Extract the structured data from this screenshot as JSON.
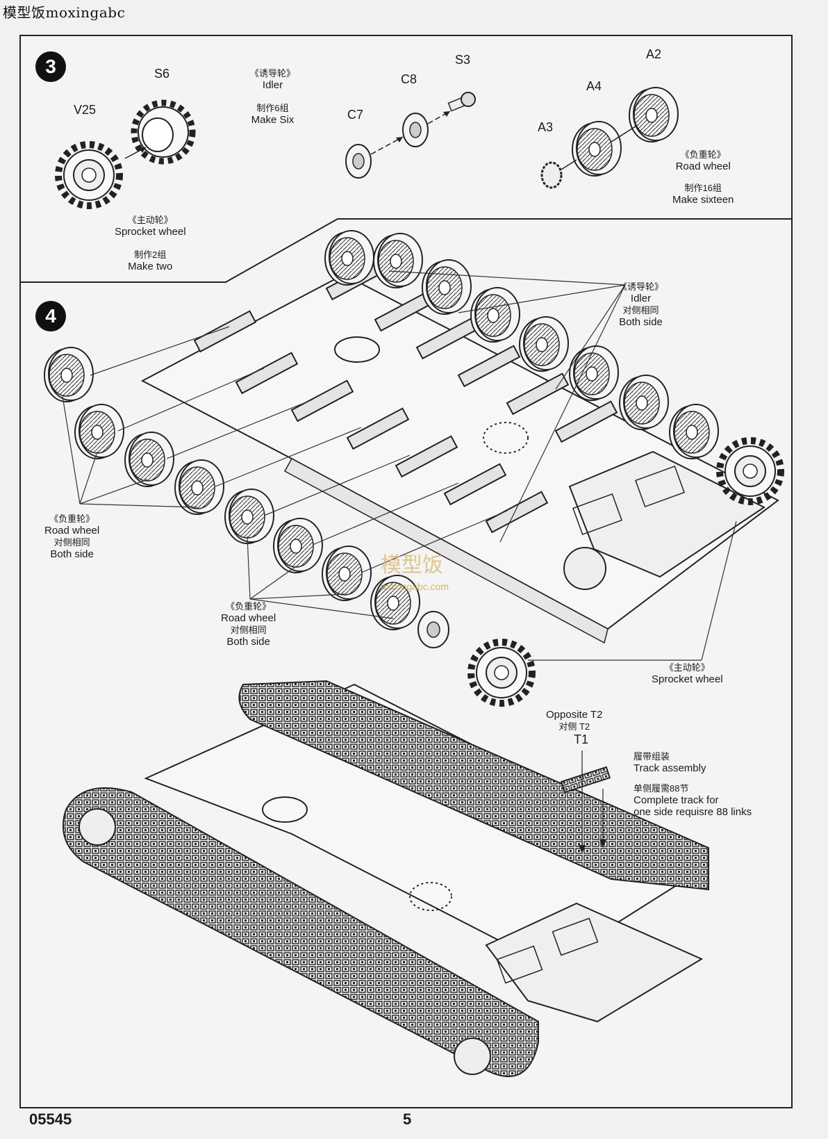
{
  "watermark": {
    "top": "模型饭moxingabc",
    "center": "模型饭",
    "url": "moxingabc.com"
  },
  "step3": {
    "number": "3",
    "parts": {
      "v25": "V25",
      "s6": "S6",
      "c7": "C7",
      "c8": "C8",
      "s3": "S3",
      "a3": "A3",
      "a4": "A4",
      "a2": "A2"
    },
    "idler": {
      "cn": "《诱导轮》",
      "en": "Idler",
      "qty_cn": "制作6组",
      "qty_en": "Make Six"
    },
    "sprocket": {
      "cn": "《主动轮》",
      "en": "Sprocket wheel",
      "qty_cn": "制作2组",
      "qty_en": "Make two"
    },
    "road_wheel": {
      "cn": "《负重轮》",
      "en": "Road wheel",
      "qty_cn": "制作16组",
      "qty_en": "Make sixteen"
    }
  },
  "step4": {
    "number": "4",
    "idler": {
      "cn": "《诱导轮》",
      "en": "Idler",
      "side_cn": "对侧相同",
      "side_en": "Both side"
    },
    "road_wheel_left": {
      "cn": "《负重轮》",
      "en": "Road wheel",
      "side_cn": "对侧相同",
      "side_en": "Both side"
    },
    "road_wheel_mid": {
      "cn": "《负重轮》",
      "en": "Road wheel",
      "side_cn": "对侧相同",
      "side_en": "Both side"
    },
    "sprocket": {
      "cn": "《主动轮》",
      "en": "Sprocket wheel"
    },
    "track": {
      "opposite_en": "Opposite T2",
      "opposite_cn": "对侧 T2",
      "part": "T1",
      "assembly_cn": "履带组装",
      "assembly_en": "Track assembly",
      "links_cn": "单侧履需88节",
      "links_en_1": "Complete track for",
      "links_en_2": "one side requisre 88 links"
    }
  },
  "footer": {
    "code": "05545",
    "page": "5"
  }
}
